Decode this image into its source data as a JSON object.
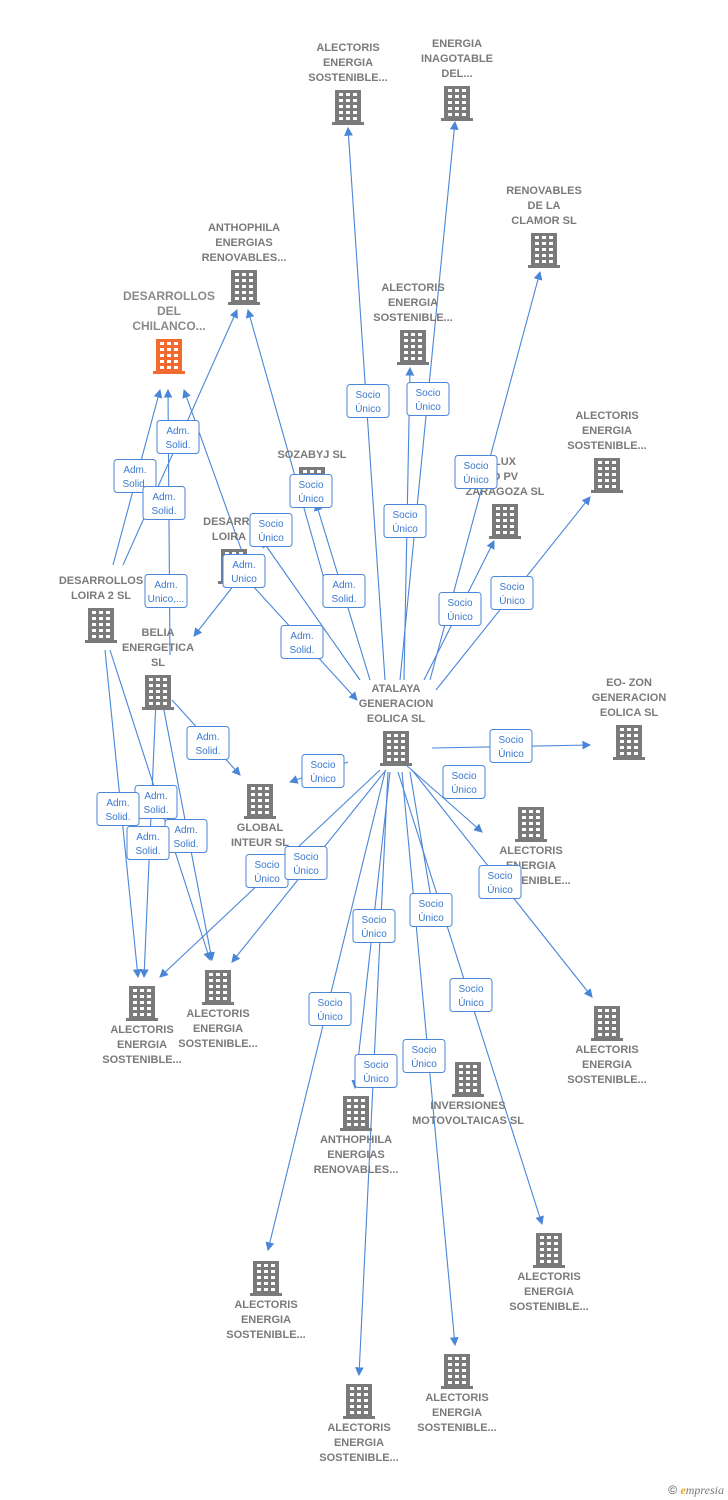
{
  "colors": {
    "edge": "#4a86d8",
    "node": "#7a7a7a",
    "focus_node": "#f26a2e"
  },
  "footer": {
    "copyright": "©",
    "brand_initial": "e",
    "brand_rest": "mpresia"
  },
  "nodes": [
    {
      "id": "n0",
      "lines": [
        "ALECTORIS",
        "ENERGIA",
        "SOSTENIBLE..."
      ]
    },
    {
      "id": "n1",
      "lines": [
        "ENERGIA",
        "INAGOTABLE",
        "DEL..."
      ]
    },
    {
      "id": "n2",
      "lines": [
        "RENOVABLES",
        "DE LA",
        "CLAMOR  SL"
      ]
    },
    {
      "id": "n3",
      "lines": [
        "ANTHOPHILA",
        "ENERGIAS",
        "RENOVABLES..."
      ]
    },
    {
      "id": "n4",
      "lines": [
        "DESARROLLOS",
        "DEL",
        "CHILANCO..."
      ],
      "focus": true
    },
    {
      "id": "n5",
      "lines": [
        "ALECTORIS",
        "ENERGIA",
        "SOSTENIBLE..."
      ]
    },
    {
      "id": "n6",
      "lines": [
        "ALECTORIS",
        "ENERGIA",
        "SOSTENIBLE..."
      ]
    },
    {
      "id": "n7",
      "lines": [
        "SOZABYJ SL"
      ]
    },
    {
      "id": "n8",
      "lines": [
        "LUX",
        "O PV",
        "ZARAGOZA  SL"
      ]
    },
    {
      "id": "n9",
      "lines": [
        "DESARROL",
        "LOIRA S"
      ]
    },
    {
      "id": "n10",
      "lines": [
        "DESARROLLOS",
        "LOIRA 2  SL"
      ]
    },
    {
      "id": "n11",
      "lines": [
        "BELIA",
        "ENERGETICA",
        "SL"
      ]
    },
    {
      "id": "n12",
      "lines": [
        "ATALAYA",
        "GENERACION",
        "EOLICA  SL"
      ]
    },
    {
      "id": "n13",
      "lines": [
        "EO- ZON",
        "GENERACION",
        "EOLICA  SL"
      ]
    },
    {
      "id": "n14",
      "lines": [
        "GLOBAL",
        "INTEUR  SL"
      ]
    },
    {
      "id": "n15",
      "lines": [
        "ALECTORIS",
        "ENERGIA",
        "SOSTENIBLE..."
      ]
    },
    {
      "id": "n16",
      "lines": [
        "ALECTORIS",
        "ENERGIA",
        "SOSTENIBLE..."
      ]
    },
    {
      "id": "n17",
      "lines": [
        "ALECTORIS",
        "ENERGIA",
        "SOSTENIBLE..."
      ]
    },
    {
      "id": "n18",
      "lines": [
        "ALECTORIS",
        "ENERGIA",
        "SOSTENIBLE..."
      ]
    },
    {
      "id": "n19",
      "lines": [
        "ANTHOPHILA",
        "ENERGIAS",
        "RENOVABLES..."
      ]
    },
    {
      "id": "n20",
      "lines": [
        "INVERSIONES",
        "MOTOVOLTAICAS SL"
      ]
    },
    {
      "id": "n21",
      "lines": [
        "ALECTORIS",
        "ENERGIA",
        "SOSTENIBLE..."
      ]
    },
    {
      "id": "n22",
      "lines": [
        "ALECTORIS",
        "ENERGIA",
        "SOSTENIBLE..."
      ]
    },
    {
      "id": "n23",
      "lines": [
        "ALECTORIS",
        "ENERGIA",
        "SOSTENIBLE..."
      ]
    },
    {
      "id": "n24",
      "lines": [
        "ALECTORIS",
        "ENERGIA",
        "SOSTENIBLE..."
      ]
    }
  ],
  "edges": [
    {
      "from": "n12",
      "to": "n0",
      "label": [
        "Socio",
        "Único"
      ]
    },
    {
      "from": "n12",
      "to": "n1",
      "label": [
        "Socio",
        "Único"
      ]
    },
    {
      "from": "n12",
      "to": "n2",
      "label": [
        "Socio",
        "Único"
      ]
    },
    {
      "from": "n12",
      "to": "n5",
      "label": [
        "Socio",
        "Único"
      ]
    },
    {
      "from": "n12",
      "to": "n6",
      "label": [
        "Socio",
        "Único"
      ]
    },
    {
      "from": "n12",
      "to": "n8",
      "label": [
        "Socio",
        "Único"
      ]
    },
    {
      "from": "n12",
      "to": "n7",
      "label": [
        "Socio",
        "Único"
      ]
    },
    {
      "from": "n12",
      "to": "n9",
      "label": [
        "Socio",
        "Único"
      ]
    },
    {
      "from": "n12",
      "to": "n13",
      "label": [
        "Socio",
        "Único"
      ]
    },
    {
      "from": "n12",
      "to": "n14",
      "label": [
        "Socio",
        "Único"
      ]
    },
    {
      "from": "n12",
      "to": "n15",
      "label": [
        "Socio",
        "Único"
      ]
    },
    {
      "from": "n12",
      "to": "n16",
      "label": [
        "Socio",
        "Único"
      ]
    },
    {
      "from": "n12",
      "to": "n17",
      "label": [
        "Socio",
        "Único"
      ]
    },
    {
      "from": "n12",
      "to": "n18",
      "label": [
        "Socio",
        "Único"
      ]
    },
    {
      "from": "n12",
      "to": "n19",
      "label": [
        "Socio",
        "Único"
      ]
    },
    {
      "from": "n12",
      "to": "n21",
      "label": [
        "Socio",
        "Único"
      ]
    },
    {
      "from": "n12",
      "to": "n22",
      "label": [
        "Socio",
        "Único"
      ]
    },
    {
      "from": "n12",
      "to": "n23",
      "label": [
        "Socio",
        "Único"
      ]
    },
    {
      "from": "n12",
      "to": "n24",
      "label": [
        "Socio",
        "Único"
      ]
    },
    {
      "from": "n12",
      "to": "n20",
      "label": [
        "Socio",
        "Único"
      ]
    },
    {
      "from": "n10",
      "to": "n4",
      "label": [
        "Adm.",
        "Solid."
      ]
    },
    {
      "from": "n10",
      "to": "n3",
      "label": [
        "Adm.",
        "Solid."
      ]
    },
    {
      "from": "n11",
      "to": "n4",
      "label": [
        "Adm.",
        "Solid."
      ]
    },
    {
      "from": "n9",
      "to": "n4",
      "label": [
        "Adm.",
        "Unico,..."
      ]
    },
    {
      "from": "n9",
      "to": "n11",
      "label": [
        "Adm.",
        "Unico"
      ]
    },
    {
      "from": "n9",
      "to": "n12",
      "label": [
        "Adm.",
        "Solid."
      ]
    },
    {
      "from": "n7",
      "to": "n3",
      "label": [
        "Adm.",
        "Solid."
      ]
    },
    {
      "from": "n11",
      "to": "n14",
      "label": [
        "Adm.",
        "Solid."
      ]
    },
    {
      "from": "n11",
      "to": "n17",
      "label": [
        "Adm.",
        "Solid."
      ]
    },
    {
      "from": "n10",
      "to": "n16",
      "label": [
        "Adm.",
        "Solid."
      ]
    },
    {
      "from": "n10",
      "to": "n17",
      "label": [
        "Adm.",
        "Solid."
      ]
    },
    {
      "from": "n11",
      "to": "n16",
      "label": [
        "Adm.",
        "Solid."
      ]
    }
  ]
}
